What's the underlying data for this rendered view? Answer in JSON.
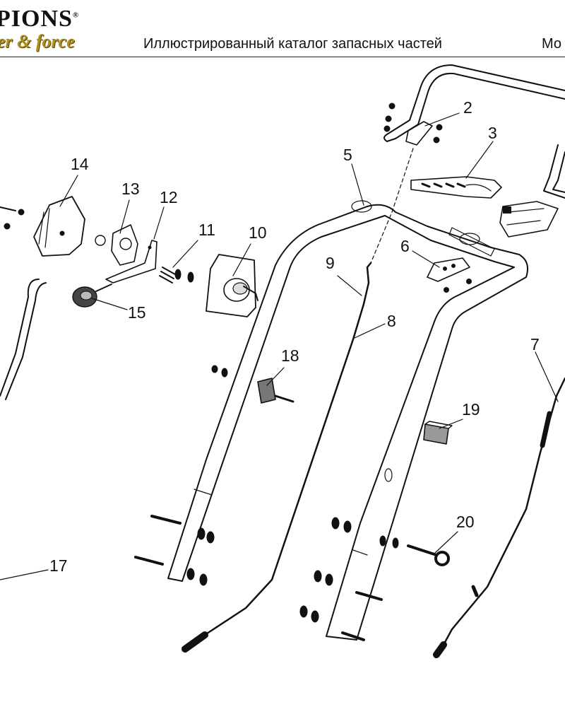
{
  "header": {
    "brand": "PIONS",
    "tagline": "er & force",
    "title": "Иллюстрированный каталог запасных частей",
    "model_prefix": "Мо"
  },
  "callouts": {
    "p2": "2",
    "p3": "3",
    "p5": "5",
    "p6": "6",
    "p7": "7",
    "p8": "8",
    "p9": "9",
    "p10": "10",
    "p11": "11",
    "p12": "12",
    "p13": "13",
    "p14": "14",
    "p15": "15",
    "p17": "17",
    "p18": "18",
    "p19": "19",
    "p20": "20"
  }
}
